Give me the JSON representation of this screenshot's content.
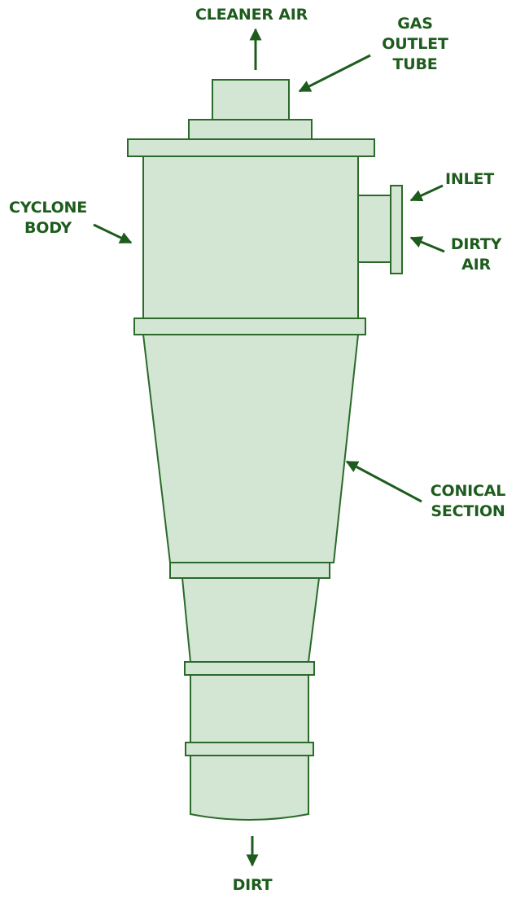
{
  "colors": {
    "fill": "#d3e5d3",
    "stroke": "#2b6a2b",
    "text": "#1e5c1e"
  },
  "labels": {
    "cleaner_air": "CLEANER AIR",
    "gas_outlet_tube": [
      "GAS",
      "OUTLET",
      "TUBE"
    ],
    "cyclone_body": [
      "CYCLONE",
      "BODY"
    ],
    "inlet": "INLET",
    "dirty_air": [
      "DIRTY",
      "AIR"
    ],
    "conical_section": [
      "CONICAL",
      "SECTION"
    ],
    "dirt": "DIRT"
  }
}
